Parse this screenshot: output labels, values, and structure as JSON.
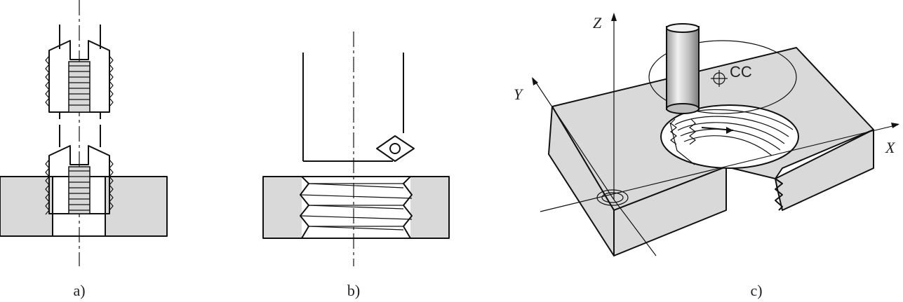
{
  "figure": {
    "panels": [
      {
        "label": "a)"
      },
      {
        "label": "b)"
      },
      {
        "label": "c)"
      }
    ],
    "axes": {
      "x": "X",
      "y": "Y",
      "z": "Z"
    },
    "center_label": "CC"
  },
  "colors": {
    "section_fill": "#d9d9d9",
    "line": "#111111",
    "tool_fill": "#c8c8c8"
  }
}
